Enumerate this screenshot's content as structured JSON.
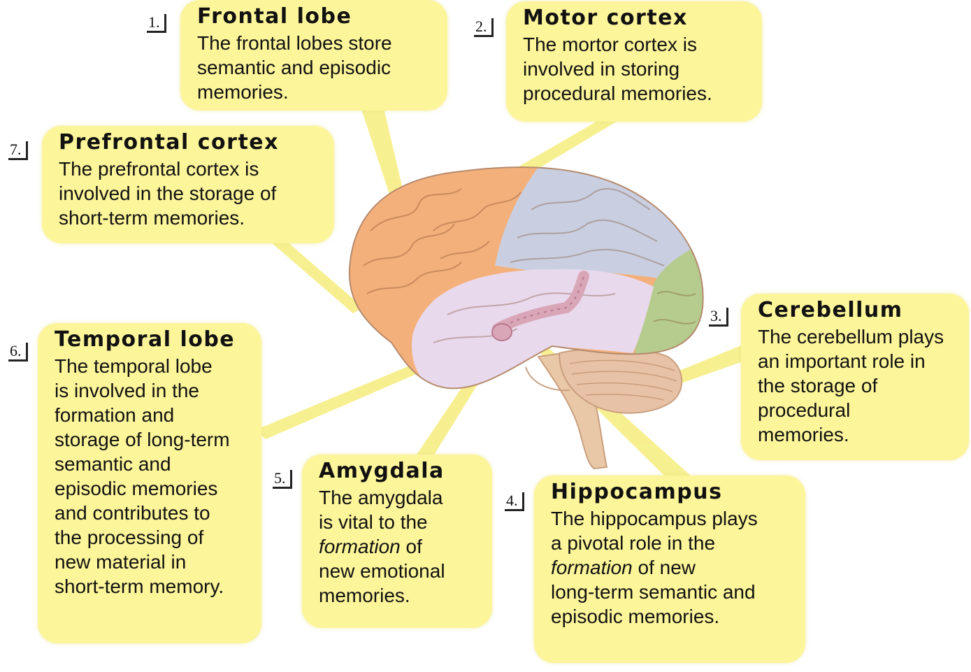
{
  "callouts": [
    {
      "num": "1.",
      "title": "Frontal lobe",
      "lines": [
        "The frontal lobes store",
        "semantic and episodic",
        "memories."
      ]
    },
    {
      "num": "2.",
      "title": "Motor cortex",
      "lines": [
        "The mortor cortex is",
        "involved in storing",
        "procedural memories."
      ]
    },
    {
      "num": "3.",
      "title": "Cerebellum",
      "lines": [
        "The cerebellum plays",
        "an important role in",
        "the storage of",
        "procedural",
        "memories."
      ]
    },
    {
      "num": "4.",
      "title": "Hippocampus",
      "lines": [
        "The hippocampus plays",
        "a pivotal role in the",
        "formation of new",
        "long-term semantic and",
        "episodic memories."
      ],
      "italic_word": "formation"
    },
    {
      "num": "5.",
      "title": "Amygdala",
      "lines": [
        "The amygdala",
        "is vital to the",
        "formation of",
        "new emotional",
        "memories."
      ],
      "italic_word": "formation"
    },
    {
      "num": "6.",
      "title": "Temporal lobe",
      "lines": [
        "The temporal lobe",
        "is involved in the",
        "formation and",
        "storage of long-term",
        "semantic and",
        "episodic memories",
        "and contributes to",
        "the processing of",
        "new material in",
        "short-term memory."
      ]
    },
    {
      "num": "7.",
      "title": "Prefrontal cortex",
      "lines": [
        "The prefrontal cortex is",
        "involved in the storage of",
        "short-term memories."
      ]
    }
  ],
  "colors": {
    "callout_bg": "#fdf59a",
    "leader_line": "#f7ef8a",
    "frontal": "#f4b07a",
    "parietal": "#c9cfe0",
    "occipital": "#b6cc8e",
    "temporal": "#e9d9ec",
    "cerebellum": "#e8c2a6",
    "brainstem": "#e9c8a8",
    "hippocampus": "#d9a6b8"
  }
}
